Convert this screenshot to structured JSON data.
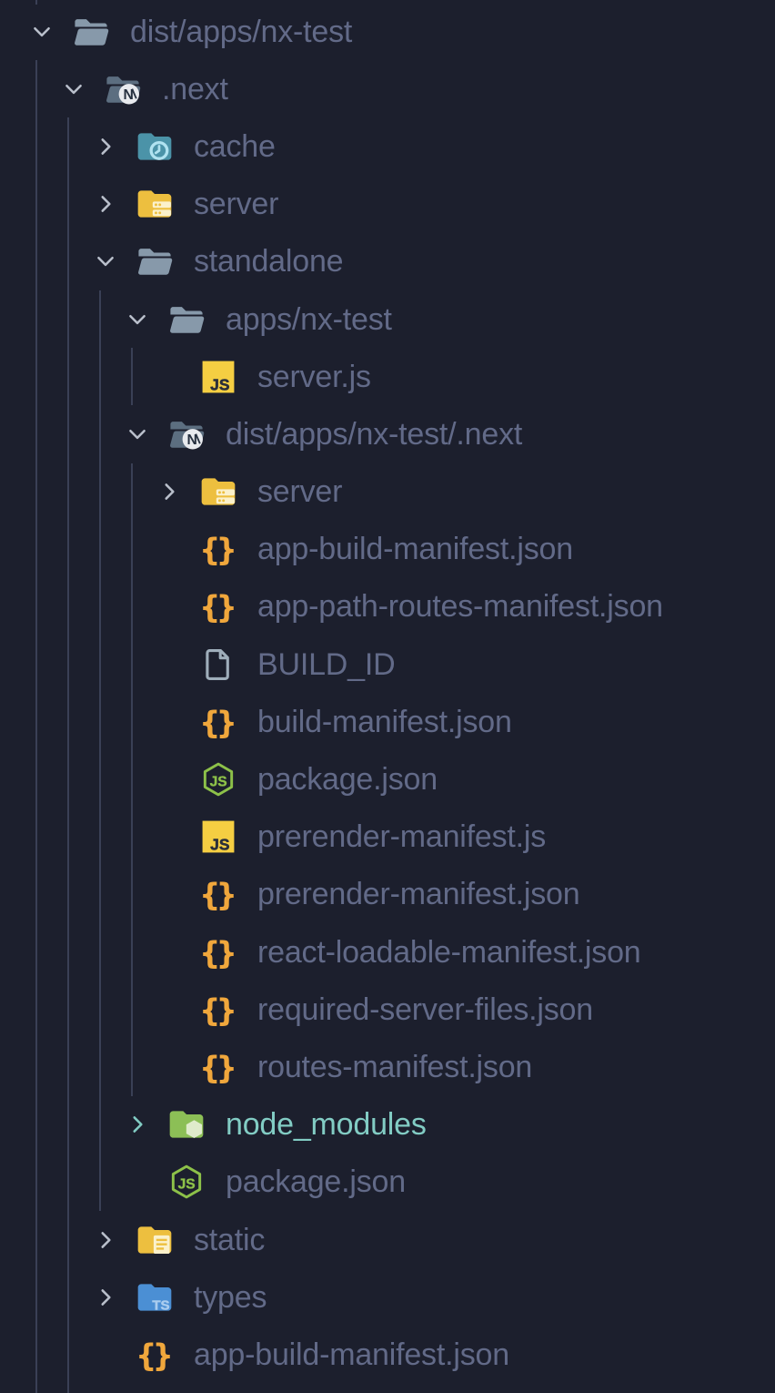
{
  "app": {
    "name": "file-explorer-tree",
    "selected_item": "node_modules"
  },
  "colors": {
    "background": "#1C1F2D",
    "text": "#626A88",
    "accent": "#82CCC4",
    "guide": "#3A4056",
    "chevron": "#B9BFCB",
    "folder_gray": "#8799AA",
    "folder_next": "#5C6E80",
    "next_badge": "#E8EAEE",
    "next_glyph": "#273140",
    "folder_teal": "#4B93A8",
    "clock": "#B0E2F0",
    "folder_yellow": "#EDBF3F",
    "badge_cream": "#FBF1CB",
    "js_yellow": "#F5CE42",
    "js_text": "#2B2F3A",
    "json_orange": "#F0A73C",
    "file_gray": "#9FAEBB",
    "node_green": "#8DC149",
    "folder_node_green": "#8CBF56",
    "node_badge": "#DFEBCB",
    "folder_blue": "#4B8FD4",
    "ts_badge": "#A9CCEF"
  },
  "tree": {
    "items": [
      {
        "label": "dist/apps/nx-test",
        "depth": 0,
        "icon": "folder-open",
        "chevron": "down",
        "accent": false
      },
      {
        "label": ".next",
        "depth": 1,
        "icon": "folder-next",
        "chevron": "down",
        "accent": false
      },
      {
        "label": "cache",
        "depth": 2,
        "icon": "folder-cache",
        "chevron": "right",
        "accent": false
      },
      {
        "label": "server",
        "depth": 2,
        "icon": "folder-server",
        "chevron": "right",
        "accent": false
      },
      {
        "label": "standalone",
        "depth": 2,
        "icon": "folder-open",
        "chevron": "down",
        "accent": false
      },
      {
        "label": "apps/nx-test",
        "depth": 3,
        "icon": "folder-open",
        "chevron": "down",
        "accent": false
      },
      {
        "label": "server.js",
        "depth": 4,
        "icon": "js",
        "chevron": null,
        "accent": false
      },
      {
        "label": "dist/apps/nx-test/.next",
        "depth": 3,
        "icon": "folder-next",
        "chevron": "down",
        "accent": false
      },
      {
        "label": "server",
        "depth": 4,
        "icon": "folder-server",
        "chevron": "right",
        "accent": false
      },
      {
        "label": "app-build-manifest.json",
        "depth": 4,
        "icon": "json",
        "chevron": null,
        "accent": false
      },
      {
        "label": "app-path-routes-manifest.json",
        "depth": 4,
        "icon": "json",
        "chevron": null,
        "accent": false
      },
      {
        "label": "BUILD_ID",
        "depth": 4,
        "icon": "file",
        "chevron": null,
        "accent": false
      },
      {
        "label": "build-manifest.json",
        "depth": 4,
        "icon": "json",
        "chevron": null,
        "accent": false
      },
      {
        "label": "package.json",
        "depth": 4,
        "icon": "nodejs",
        "chevron": null,
        "accent": false
      },
      {
        "label": "prerender-manifest.js",
        "depth": 4,
        "icon": "js",
        "chevron": null,
        "accent": false
      },
      {
        "label": "prerender-manifest.json",
        "depth": 4,
        "icon": "json",
        "chevron": null,
        "accent": false
      },
      {
        "label": "react-loadable-manifest.json",
        "depth": 4,
        "icon": "json",
        "chevron": null,
        "accent": false
      },
      {
        "label": "required-server-files.json",
        "depth": 4,
        "icon": "json",
        "chevron": null,
        "accent": false
      },
      {
        "label": "routes-manifest.json",
        "depth": 4,
        "icon": "json",
        "chevron": null,
        "accent": false
      },
      {
        "label": "node_modules",
        "depth": 3,
        "icon": "folder-node",
        "chevron": "right",
        "accent": true
      },
      {
        "label": "package.json",
        "depth": 3,
        "icon": "nodejs",
        "chevron": null,
        "accent": false
      },
      {
        "label": "static",
        "depth": 2,
        "icon": "folder-static",
        "chevron": "right",
        "accent": false
      },
      {
        "label": "types",
        "depth": 2,
        "icon": "folder-typescript",
        "chevron": "right",
        "accent": false
      },
      {
        "label": "app-build-manifest.json",
        "depth": 2,
        "icon": "json",
        "chevron": null,
        "accent": false
      }
    ]
  }
}
